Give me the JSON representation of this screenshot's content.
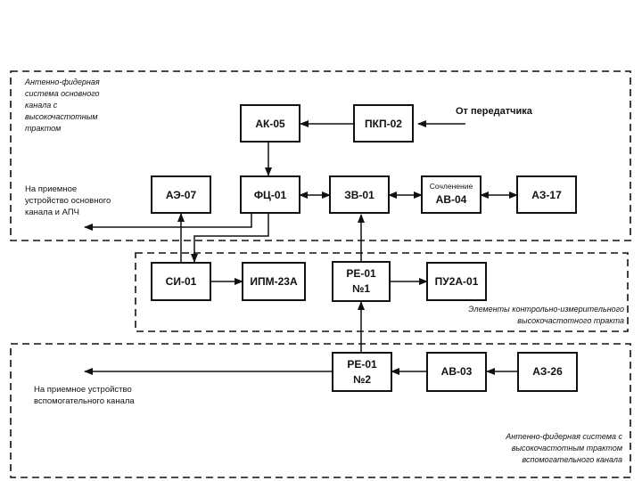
{
  "regions": {
    "main_afs": [
      "Антенно-фидерная",
      "система основного",
      "канала с",
      "высокочастотным",
      "трактом"
    ],
    "measurement": [
      "Элементы контрольно-измерительного",
      "высокочастотного тракта"
    ],
    "aux_afs": [
      "Антенно-фидерная система с",
      "высокочастотным трактом",
      "вспомогательного канала"
    ]
  },
  "blocks": {
    "ak05": "АК-05",
    "pkp02": "ПКП-02",
    "ae07": "АЭ-07",
    "fc01": "ФЦ-01",
    "zv01": "ЗВ-01",
    "av04_top": "Сочленение",
    "av04": "АВ-04",
    "az17": "АЗ-17",
    "si01": "СИ-01",
    "ipm23a": "ИПМ-23А",
    "re01a_1": "РЕ-01",
    "re01a_2": "№1",
    "pu2a01": "ПУ2А-01",
    "re01b_1": "РЕ-01",
    "re01b_2": "№2",
    "av03": "АВ-03",
    "az26": "АЗ-26"
  },
  "labels": {
    "from_transmitter": "От передатчика",
    "main_receiver": [
      "На приемное",
      "устройство основного",
      "канала и АПЧ"
    ],
    "aux_receiver": [
      "На приемное устройство",
      "вспомогательного канала"
    ]
  }
}
